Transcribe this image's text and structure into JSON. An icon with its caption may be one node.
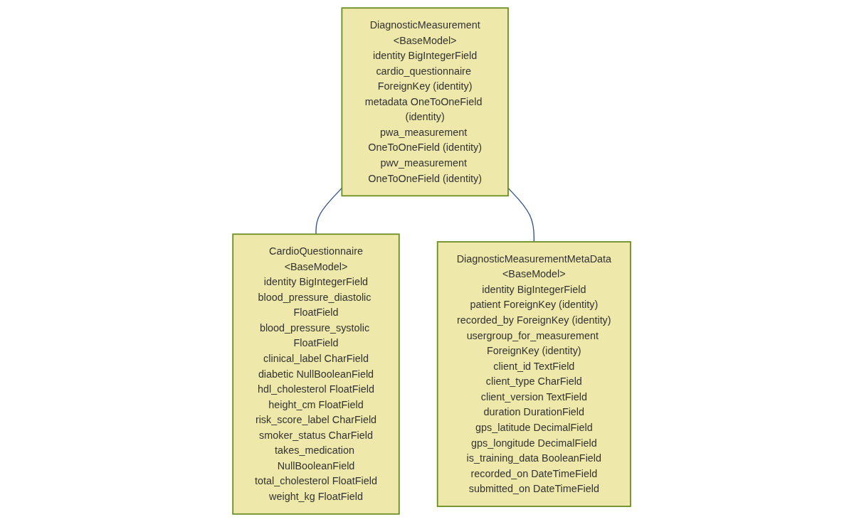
{
  "diagram": {
    "nodes": [
      {
        "text": [
          "DiagnosticMeasurement",
          "<BaseModel>",
          "identity",
          "BigIntegerField",
          "cardio_questionnaire",
          "ForeignKey (identity)",
          "metadata",
          "OneToOneField (identity)",
          "pwa_measurement",
          "OneToOneField (identity)",
          "pwv_measurement",
          "OneToOneField (identity)"
        ]
      },
      {
        "text": [
          "CardioQuestionnaire",
          "<BaseModel>",
          "identity",
          "BigIntegerField",
          "blood_pressure_diastolic",
          "FloatField",
          "blood_pressure_systolic",
          "FloatField",
          "clinical_label",
          "CharField",
          "diabetic",
          "NullBooleanField",
          "hdl_cholesterol",
          "FloatField",
          "height_cm",
          "FloatField",
          "risk_score_label",
          "CharField",
          "smoker_status",
          "CharField",
          "takes_medication",
          "NullBooleanField",
          "total_cholesterol",
          "FloatField",
          "weight_kg",
          "FloatField"
        ]
      },
      {
        "text": [
          "DiagnosticMeasurementMetaData",
          "<BaseModel>",
          "identity",
          "BigIntegerField",
          "patient",
          "ForeignKey (identity)",
          "recorded_by",
          "ForeignKey (identity)",
          "usergroup_for_measurement",
          "ForeignKey (identity)",
          "client_id",
          "TextField",
          "client_type",
          "CharField",
          "client_version",
          "TextField",
          "duration",
          "DurationField",
          "gps_latitude",
          "DecimalField",
          "gps_longitude",
          "DecimalField",
          "is_training_data",
          "BooleanField",
          "recorded_on",
          "DateTimeField",
          "submitted_on",
          "DateTimeField"
        ]
      }
    ],
    "edges": [
      {
        "from": 0,
        "to": 1,
        "arrow": "none",
        "color": "#2f4f8f"
      },
      {
        "from": 0,
        "to": 2,
        "arrow": "none",
        "color": "#2f4f8f"
      }
    ]
  }
}
